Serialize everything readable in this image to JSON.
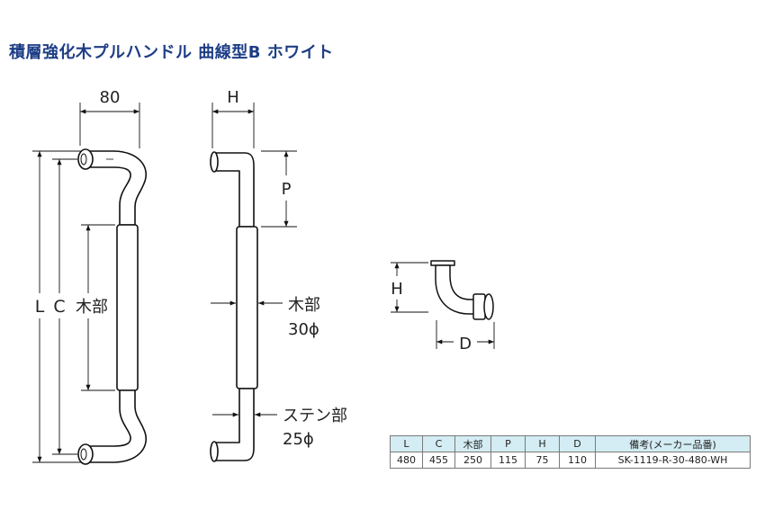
{
  "title": "積層強化木プルハンドル 曲線型B ホワイト",
  "dims": {
    "width_80": "80",
    "H": "H",
    "P": "P",
    "L": "L",
    "C": "C",
    "wood_part": "木部",
    "wood_part_side": "木部",
    "wood_dia": "30ϕ",
    "steel_part": "ステン部",
    "steel_dia": "25ϕ",
    "H_small": "H",
    "D": "D"
  },
  "table": {
    "headers": [
      "L",
      "C",
      "木部",
      "P",
      "H",
      "D",
      "備考(メーカー品番)"
    ],
    "rows": [
      [
        "480",
        "455",
        "250",
        "115",
        "75",
        "110",
        "SK-1119-R-30-480-WH"
      ]
    ]
  }
}
